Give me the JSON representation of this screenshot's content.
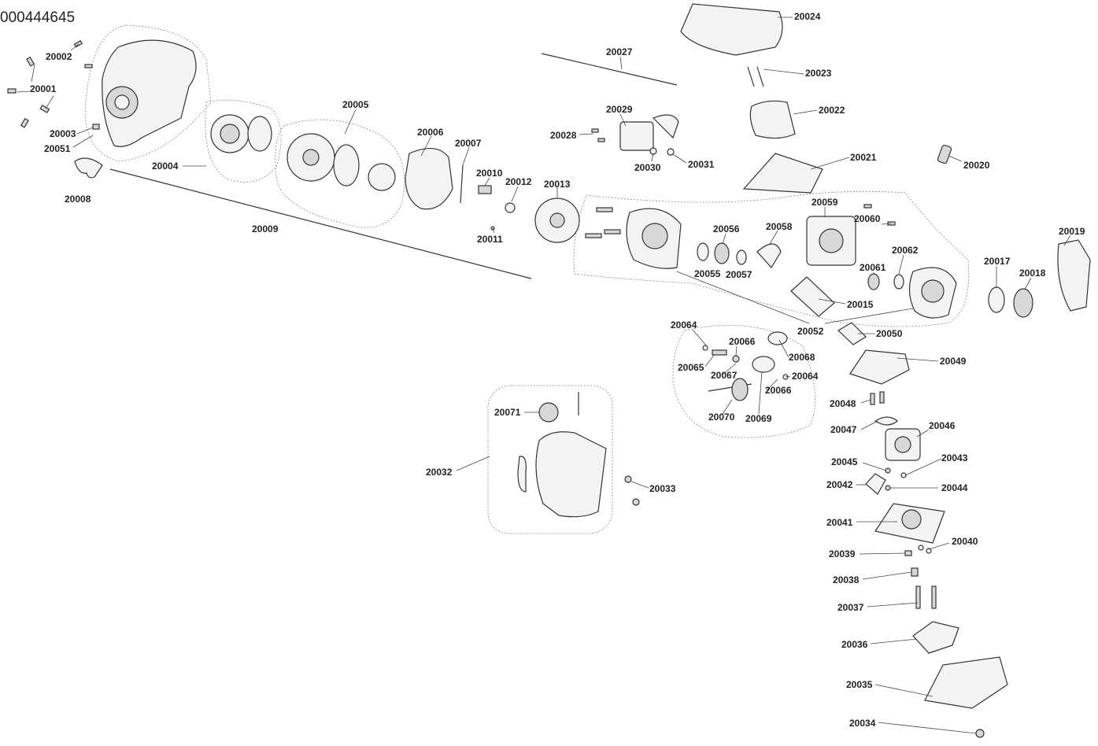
{
  "diagram_number": "000444645",
  "labels": {
    "p20001": "20001",
    "p20002": "20002",
    "p20003": "20003",
    "p20004": "20004",
    "p20005": "20005",
    "p20006": "20006",
    "p20007": "20007",
    "p20008": "20008",
    "p20009": "20009",
    "p20010": "20010",
    "p20011": "20011",
    "p20012": "20012",
    "p20013": "20013",
    "p20015": "20015",
    "p20017": "20017",
    "p20018": "20018",
    "p20019": "20019",
    "p20020": "20020",
    "p20021": "20021",
    "p20022": "20022",
    "p20023": "20023",
    "p20024": "20024",
    "p20027": "20027",
    "p20028": "20028",
    "p20029": "20029",
    "p20030": "20030",
    "p20031": "20031",
    "p20032": "20032",
    "p20033": "20033",
    "p20034": "20034",
    "p20035": "20035",
    "p20036": "20036",
    "p20037": "20037",
    "p20038": "20038",
    "p20039": "20039",
    "p20040": "20040",
    "p20041": "20041",
    "p20042": "20042",
    "p20043": "20043",
    "p20044": "20044",
    "p20045": "20045",
    "p20046": "20046",
    "p20047": "20047",
    "p20048": "20048",
    "p20049": "20049",
    "p20050": "20050",
    "p20051": "20051",
    "p20052": "20052",
    "p20055": "20055",
    "p20056": "20056",
    "p20057": "20057",
    "p20058": "20058",
    "p20059": "20059",
    "p20060": "20060",
    "p20061": "20061",
    "p20062": "20062",
    "p20064a": "20064",
    "p20064b": "20064",
    "p20065": "20065",
    "p20066a": "20066",
    "p20066b": "20066",
    "p20067": "20067",
    "p20068": "20068",
    "p20069": "20069",
    "p20070": "20070",
    "p20071": "20071"
  }
}
